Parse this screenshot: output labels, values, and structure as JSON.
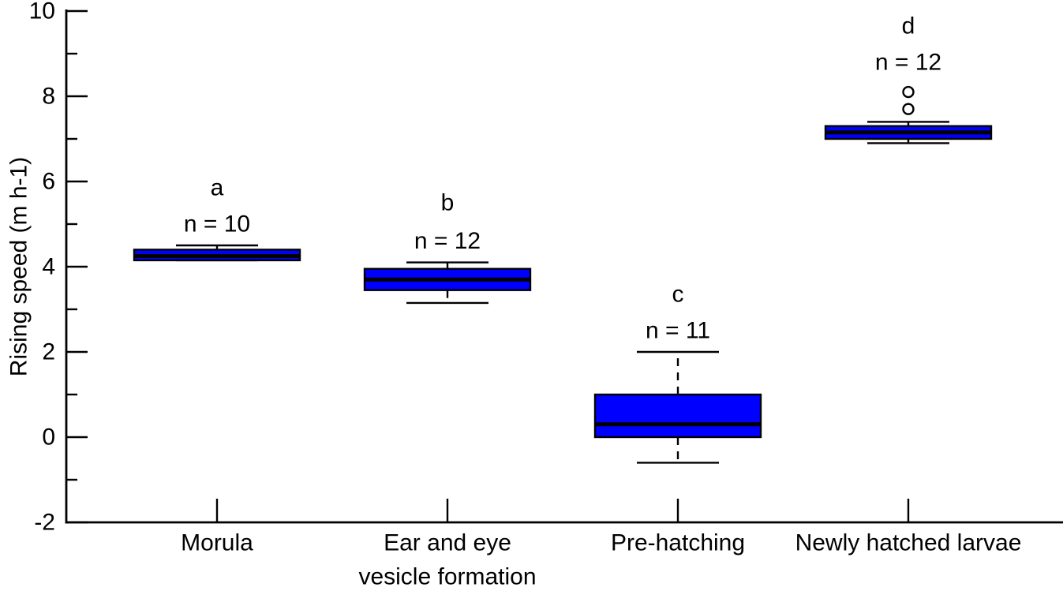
{
  "figure": {
    "background_color": "#FFFFFF",
    "text_color": "#000000"
  },
  "chart_data": {
    "type": "boxplot",
    "title": "",
    "xlabel": "",
    "ylabel": "Rising speed (m h-1)",
    "ylim": [
      -2,
      10
    ],
    "y_major_ticks": [
      10,
      8,
      6,
      4,
      2,
      0,
      -2
    ],
    "y_minor_ticks": [
      9,
      7,
      5,
      3,
      1,
      -1
    ],
    "grid": false,
    "legend": "none",
    "box_fill_color": "#0000FF",
    "line_color": "#000000",
    "categories": [
      "Morula",
      "Ear and eye vesicle formation",
      "Pre-hatching",
      "Newly hatched larvae"
    ],
    "series": [
      {
        "category": "Morula",
        "label_lines": [
          "Morula"
        ],
        "significance_letter": "a",
        "sample_size_label": "n = 10",
        "whisker_low": 4.15,
        "q1": 4.15,
        "median": 4.25,
        "q3": 4.4,
        "whisker_high": 4.5,
        "outliers": [],
        "letter_value_y": 5.85,
        "n_value_y": 5.0
      },
      {
        "category": "Ear and eye vesicle formation",
        "label_lines": [
          "Ear and eye",
          "vesicle formation"
        ],
        "significance_letter": "b",
        "sample_size_label": "n = 12",
        "whisker_low": 3.15,
        "q1": 3.45,
        "median": 3.7,
        "q3": 3.95,
        "whisker_high": 4.1,
        "outliers": [],
        "letter_value_y": 5.5,
        "n_value_y": 4.6
      },
      {
        "category": "Pre-hatching",
        "label_lines": [
          "Pre-hatching"
        ],
        "significance_letter": "c",
        "sample_size_label": "n = 11",
        "whisker_low": -0.6,
        "q1": 0.0,
        "median": 0.3,
        "q3": 1.0,
        "whisker_high": 2.0,
        "outliers": [],
        "letter_value_y": 3.35,
        "n_value_y": 2.5
      },
      {
        "category": "Newly hatched larvae",
        "label_lines": [
          "Newly hatched larvae"
        ],
        "significance_letter": "d",
        "sample_size_label": "n = 12",
        "whisker_low": 6.9,
        "q1": 7.0,
        "median": 7.15,
        "q3": 7.3,
        "whisker_high": 7.4,
        "outliers": [
          7.7,
          8.1
        ],
        "letter_value_y": 9.65,
        "n_value_y": 8.8
      }
    ]
  }
}
